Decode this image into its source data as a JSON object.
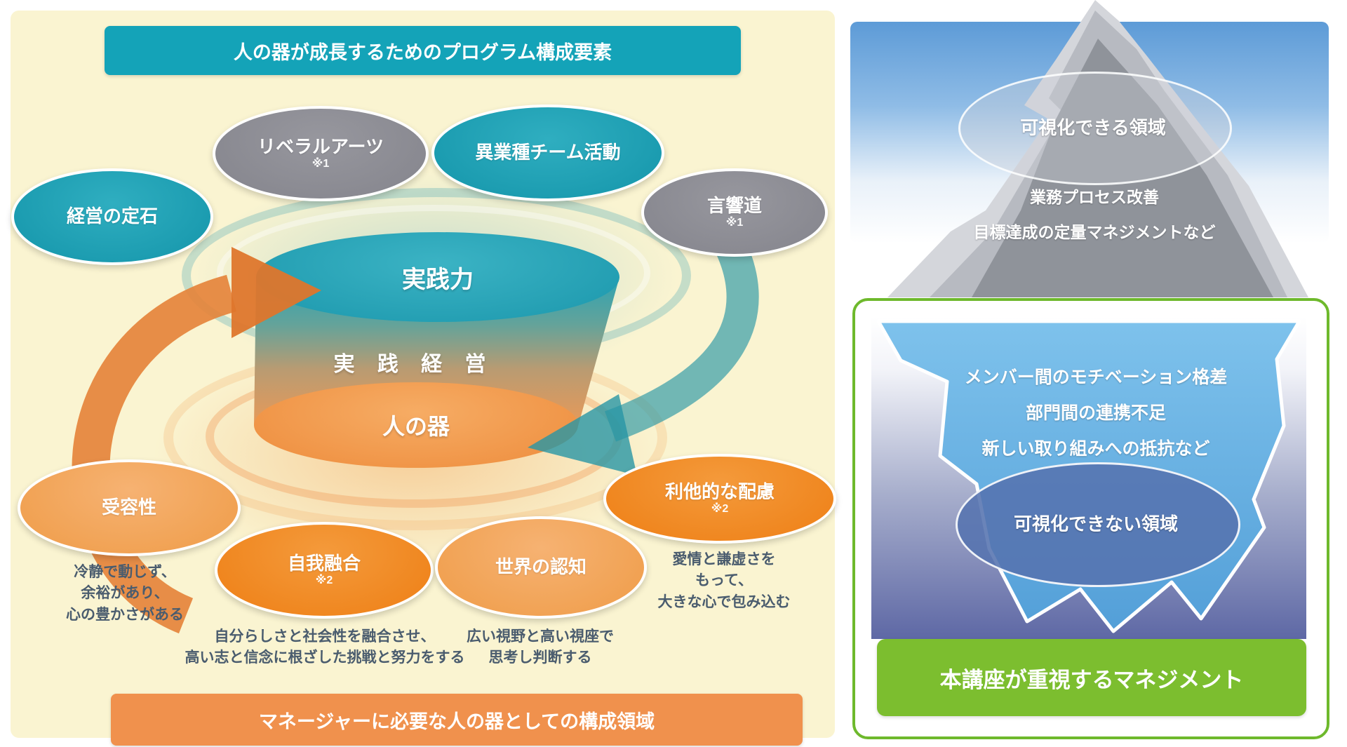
{
  "left_panel": {
    "header": "人の器が成長するためのプログラム構成要素",
    "footer": "マネージャーに必要な人の器としての構成領域",
    "cylinder": {
      "top": "実践力",
      "middle": "実 践 経 営",
      "bottom": "人の器"
    },
    "bubbles": [
      {
        "label": "経営の定石",
        "note": "",
        "type": "teal"
      },
      {
        "label": "リベラルアーツ",
        "note": "※1",
        "type": "gray"
      },
      {
        "label": "異業種チーム活動",
        "note": "",
        "type": "teal"
      },
      {
        "label": "言響道",
        "note": "※1",
        "type": "gray"
      },
      {
        "label": "受容性",
        "note": "",
        "type": "light-orange"
      },
      {
        "label": "自我融合",
        "note": "※2",
        "type": "orange"
      },
      {
        "label": "世界の認知",
        "note": "",
        "type": "light-orange"
      },
      {
        "label": "利他的な配慮",
        "note": "※2",
        "type": "orange"
      }
    ],
    "notes": {
      "juyosei": [
        "冷静で動じず、",
        "余裕があり、",
        "心の豊かさがある"
      ],
      "jigayugo": [
        "自分らしさと社会性を融合させ、",
        "高い志と信念に根ざした挑戦と努力をする"
      ],
      "sekai": [
        "広い視野と高い視座で",
        "思考し判断する"
      ],
      "rita": [
        "愛情と謙虚さを",
        "もって、",
        "大きな心で包み込む"
      ]
    }
  },
  "right_top": {
    "visible_label": "可視化できる領域",
    "lines": [
      "業務プロセス改善",
      "目標達成の定量マネジメントなど"
    ]
  },
  "right_bottom": {
    "lines": [
      "メンバー間のモチベーション格差",
      "部門間の連携不足",
      "新しい取り組みへの抵抗など"
    ],
    "hidden_label": "可視化できない領域",
    "banner": "本講座が重視するマネジメント"
  },
  "colors": {
    "panel_cream": "#FAF4D1",
    "teal": "#14A3B8",
    "gray": "#8B8B92",
    "orange_bright": "#EF8018",
    "orange_light": "#F3A45F",
    "footer_orange": "#F0914D",
    "annotation_text": "#4A5C6E",
    "sky_blue": "#5D9BD7",
    "mountain_gray": "#8F939A",
    "iceberg_blue": "#62ACDF",
    "deep_indigo": "#5E68A5",
    "green": "#7CBE2F"
  }
}
